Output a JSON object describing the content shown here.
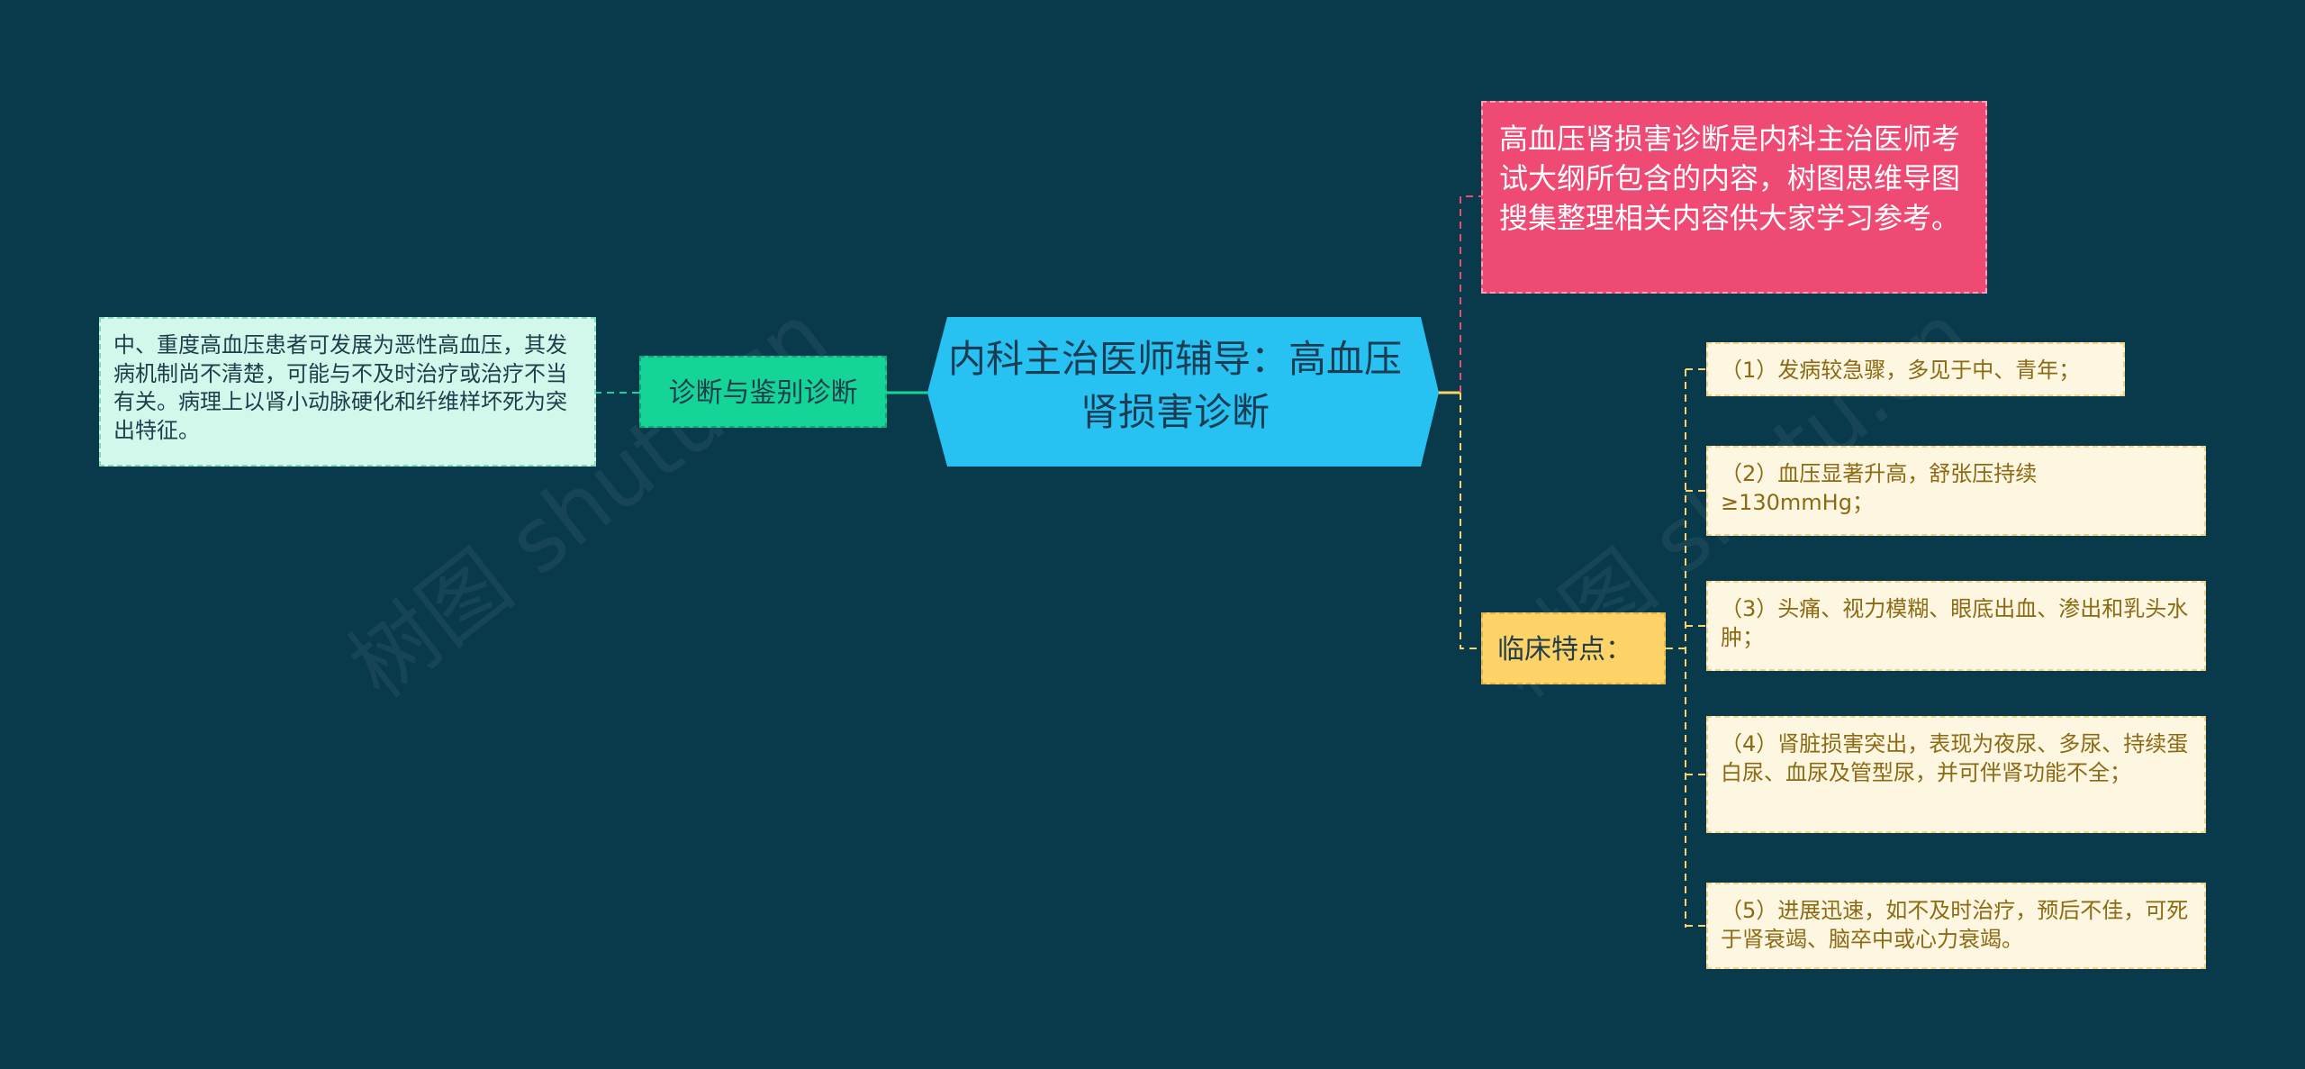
{
  "root": {
    "text": "内科主治医师辅导：高血压肾损害诊断"
  },
  "intro": {
    "text": "高血压肾损害诊断是内科主治医师考试大纲所包含的内容，树图思维导图搜集整理相关内容供大家学习参考。"
  },
  "diagnosis": {
    "label": "诊断与鉴别诊断",
    "detail": "中、重度高血压患者可发展为恶性高血压，其发病机制尚不清楚，可能与不及时治疗或治疗不当有关。病理上以肾小动脉硬化和纤维样坏死为突出特征。"
  },
  "clinical": {
    "label": "临床特点：",
    "items": [
      "（1）发病较急骤，多见于中、青年；",
      "（2）血压显著升高，舒张压持续≥130mmHg；",
      "（3）头痛、视力模糊、眼底出血、渗出和乳头水肿；",
      "（4）肾脏损害突出，表现为夜尿、多尿、持续蛋白尿、血尿及管型尿，并可伴肾功能不全；",
      "（5）进展迅速，如不及时治疗，预后不佳，可死于肾衰竭、脑卒中或心力衰竭。"
    ]
  },
  "watermark": {
    "text": "树图 shutu.cn"
  },
  "colors": {
    "background": "#093a4b",
    "root": "#27c2f2",
    "intro": "#ee4a73",
    "diagnosis": "#14d597",
    "diagnosis_detail": "#d2f8ec",
    "clinical": "#fdd266",
    "leaf": "#fdf6e0"
  }
}
